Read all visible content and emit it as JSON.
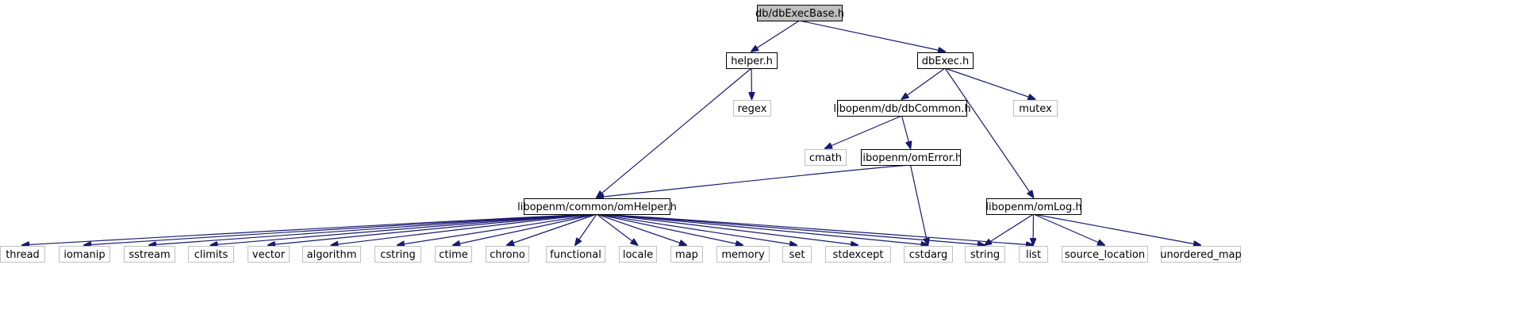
{
  "colors": {
    "edge": "#191970",
    "root_fill": "#bfbfbf",
    "node_border": "#000000",
    "system_border": "#bfbfbf",
    "text": "#000000"
  },
  "nodes": [
    {
      "id": "dbExecBase",
      "label": "db/dbExecBase.h",
      "kind": "root"
    },
    {
      "id": "helper",
      "label": "helper.h",
      "kind": "file"
    },
    {
      "id": "dbExec",
      "label": "dbExec.h",
      "kind": "file"
    },
    {
      "id": "regex",
      "label": "regex",
      "kind": "system"
    },
    {
      "id": "dbCommon",
      "label": "libopenm/db/dbCommon.h",
      "kind": "file"
    },
    {
      "id": "mutex",
      "label": "mutex",
      "kind": "system"
    },
    {
      "id": "cmath",
      "label": "cmath",
      "kind": "system"
    },
    {
      "id": "omError",
      "label": "libopenm/omError.h",
      "kind": "file"
    },
    {
      "id": "omHelper",
      "label": "libopenm/common/omHelper.h",
      "kind": "file"
    },
    {
      "id": "omLog",
      "label": "libopenm/omLog.h",
      "kind": "file"
    },
    {
      "id": "thread",
      "label": "thread",
      "kind": "system"
    },
    {
      "id": "iomanip",
      "label": "iomanip",
      "kind": "system"
    },
    {
      "id": "sstream",
      "label": "sstream",
      "kind": "system"
    },
    {
      "id": "climits",
      "label": "climits",
      "kind": "system"
    },
    {
      "id": "vector",
      "label": "vector",
      "kind": "system"
    },
    {
      "id": "algorithm",
      "label": "algorithm",
      "kind": "system"
    },
    {
      "id": "cstring",
      "label": "cstring",
      "kind": "system"
    },
    {
      "id": "ctime",
      "label": "ctime",
      "kind": "system"
    },
    {
      "id": "chrono",
      "label": "chrono",
      "kind": "system"
    },
    {
      "id": "functional",
      "label": "functional",
      "kind": "system"
    },
    {
      "id": "locale",
      "label": "locale",
      "kind": "system"
    },
    {
      "id": "map",
      "label": "map",
      "kind": "system"
    },
    {
      "id": "memory",
      "label": "memory",
      "kind": "system"
    },
    {
      "id": "set",
      "label": "set",
      "kind": "system"
    },
    {
      "id": "stdexcept",
      "label": "stdexcept",
      "kind": "system"
    },
    {
      "id": "cstdarg",
      "label": "cstdarg",
      "kind": "system"
    },
    {
      "id": "string",
      "label": "string",
      "kind": "system"
    },
    {
      "id": "list",
      "label": "list",
      "kind": "system"
    },
    {
      "id": "source_location",
      "label": "source_location",
      "kind": "system"
    },
    {
      "id": "unordered_map",
      "label": "unordered_map",
      "kind": "system"
    }
  ],
  "edges": [
    [
      "dbExecBase",
      "helper"
    ],
    [
      "dbExecBase",
      "dbExec"
    ],
    [
      "helper",
      "regex"
    ],
    [
      "helper",
      "omHelper"
    ],
    [
      "dbExec",
      "dbCommon"
    ],
    [
      "dbExec",
      "mutex"
    ],
    [
      "dbExec",
      "omLog"
    ],
    [
      "dbCommon",
      "cmath"
    ],
    [
      "dbCommon",
      "omError"
    ],
    [
      "omError",
      "omHelper"
    ],
    [
      "omError",
      "cstdarg"
    ],
    [
      "omHelper",
      "thread"
    ],
    [
      "omHelper",
      "iomanip"
    ],
    [
      "omHelper",
      "sstream"
    ],
    [
      "omHelper",
      "climits"
    ],
    [
      "omHelper",
      "vector"
    ],
    [
      "omHelper",
      "algorithm"
    ],
    [
      "omHelper",
      "cstring"
    ],
    [
      "omHelper",
      "ctime"
    ],
    [
      "omHelper",
      "chrono"
    ],
    [
      "omHelper",
      "functional"
    ],
    [
      "omHelper",
      "locale"
    ],
    [
      "omHelper",
      "map"
    ],
    [
      "omHelper",
      "memory"
    ],
    [
      "omHelper",
      "set"
    ],
    [
      "omHelper",
      "stdexcept"
    ],
    [
      "omHelper",
      "cstdarg"
    ],
    [
      "omHelper",
      "string"
    ],
    [
      "omHelper",
      "list"
    ],
    [
      "omLog",
      "string"
    ],
    [
      "omLog",
      "list"
    ],
    [
      "omLog",
      "source_location"
    ],
    [
      "omLog",
      "unordered_map"
    ]
  ]
}
